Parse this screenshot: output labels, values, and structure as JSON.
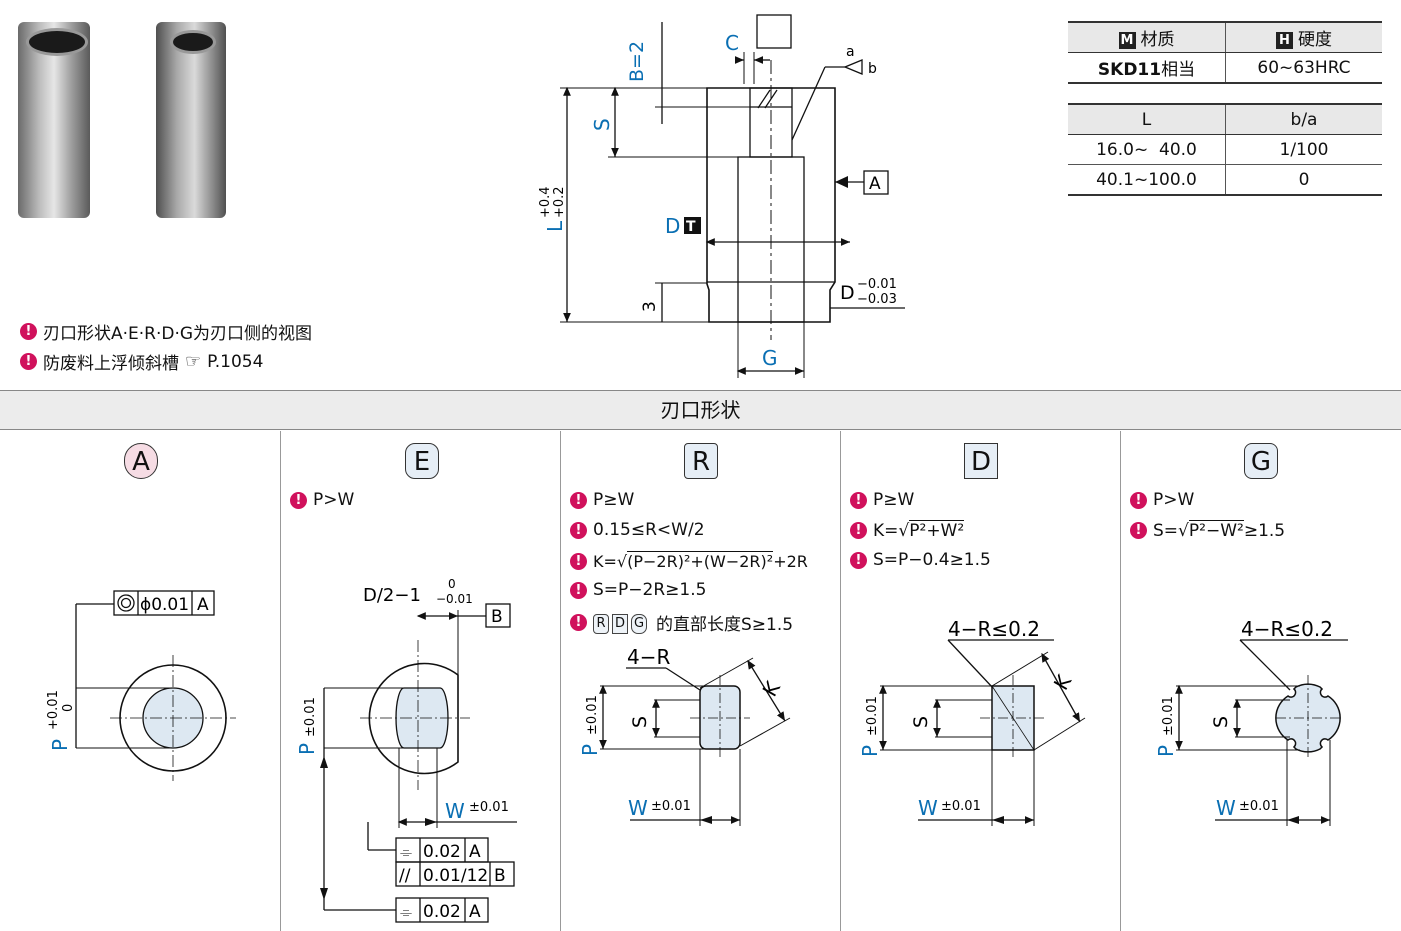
{
  "notes": {
    "note1": "刃口形状A·E·R·D·G为刃口侧的视图",
    "note2": "防废料上浮倾斜槽",
    "note2_ref": "P.1054"
  },
  "material_table": {
    "headers": [
      {
        "badge": "M",
        "label": "材质"
      },
      {
        "badge": "H",
        "label": "硬度"
      }
    ],
    "row": {
      "material": "SKD11",
      "material_suffix": "相当",
      "hardness": "60~63HRC"
    }
  },
  "ba_table": {
    "headers": [
      "L",
      "b/a"
    ],
    "rows": [
      {
        "L": "16.0~  40.0",
        "ba": "1/100"
      },
      {
        "L": "40.1~100.0",
        "ba": "0"
      }
    ]
  },
  "main_drawing": {
    "b_label": "B=2",
    "c_label": "C",
    "a_label": "a",
    "b_small": "b",
    "s_label": "S",
    "l_label": "L",
    "l_tol_plus": "+0.4",
    "l_tol_minus": "+0.2",
    "d_label": "D",
    "d_badge": "T",
    "datum": "A",
    "three": "3",
    "d_tol_base": "D",
    "d_tol_upper": "−0.01",
    "d_tol_lower": "−0.03",
    "g_label": "G"
  },
  "section_title": "刃口形状",
  "shapes": {
    "A": {
      "title": "A",
      "tol_symbol": "◎",
      "tol_value": "ϕ0.01",
      "tol_datum": "A",
      "p_label": "P",
      "p_tol_plus": "+0.01",
      "p_tol_minus": "0"
    },
    "E": {
      "title": "E",
      "note1": "P>W",
      "dim": "D/2−1",
      "dim_upper": "0",
      "dim_lower": "−0.01",
      "datum_b": "B",
      "p_label": "P",
      "p_tol": "±0.01",
      "w_label": "W",
      "w_tol": "±0.01",
      "frame1_sym": "⌯",
      "frame1_val": "0.02",
      "frame1_datum": "A",
      "frame2_sym": "//",
      "frame2_val": "0.01/12",
      "frame2_datum": "B",
      "frame3_sym": "⌯",
      "frame3_val": "0.02",
      "frame3_datum": "A"
    },
    "R": {
      "title": "R",
      "note1": "P≥W",
      "note2": "0.15≤R<W/2",
      "note3_pre": "K=",
      "note3_rad": "(P−2R)²+(W−2R)²",
      "note3_post": "+2R",
      "note4": "S=P−2R≥1.5",
      "note5_tags": [
        "R",
        "D",
        "G"
      ],
      "note5": "的直部长度S≥1.5",
      "r_label": "4−R",
      "k_label": "K",
      "p_label": "P",
      "p_tol": "±0.01",
      "s_label": "S",
      "w_label": "W",
      "w_tol": "±0.01"
    },
    "D": {
      "title": "D",
      "note1": "P≥W",
      "note2_pre": "K=",
      "note2_rad": "P²+W²",
      "note3": "S=P−0.4≥1.5",
      "r_label": "4−R≤0.2",
      "k_label": "K",
      "p_label": "P",
      "p_tol": "±0.01",
      "s_label": "S",
      "w_label": "W",
      "w_tol": "±0.01"
    },
    "G": {
      "title": "G",
      "note1": "P>W",
      "note2_pre": "S=",
      "note2_rad": "P²−W²",
      "note2_post": "≥1.5",
      "r_label": "4−R≤0.2",
      "p_label": "P",
      "p_tol": "±0.01",
      "s_label": "S",
      "w_label": "W",
      "w_tol": "±0.01"
    }
  },
  "colors": {
    "accent_blue": "#0a6fb3",
    "bullet": "#d0115c",
    "shape_fill": "#dde8f2"
  }
}
